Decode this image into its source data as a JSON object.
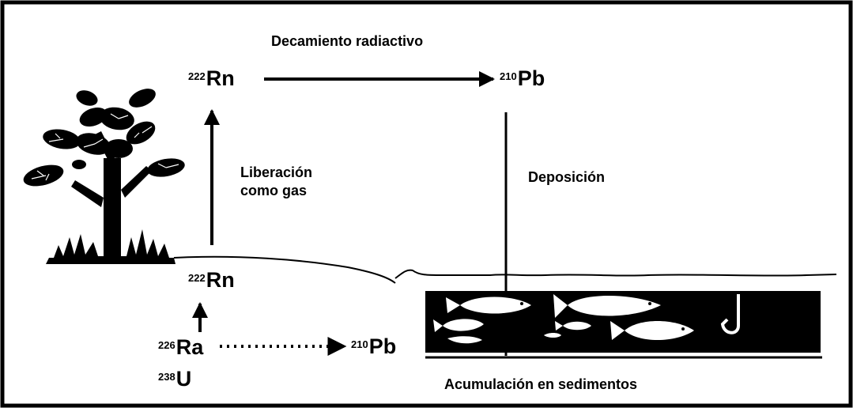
{
  "title": "Decamiento radiactivo",
  "labels": {
    "release": [
      "Liberación",
      "como gas"
    ],
    "deposition": "Deposición",
    "accumulation": "Acumulación en sedimentos"
  },
  "isotopes": {
    "rn_top": {
      "mass": "222",
      "symbol": "Rn"
    },
    "pb_top": {
      "mass": "210",
      "symbol": "Pb"
    },
    "rn_ground": {
      "mass": "222",
      "symbol": "Rn"
    },
    "ra": {
      "mass": "226",
      "symbol": "Ra"
    },
    "u": {
      "mass": "238",
      "symbol": "U"
    },
    "pb_sed": {
      "mass": "210",
      "symbol": "Pb"
    }
  },
  "colors": {
    "ink": "#000000",
    "background": "#ffffff",
    "fish": "#ffffff"
  }
}
